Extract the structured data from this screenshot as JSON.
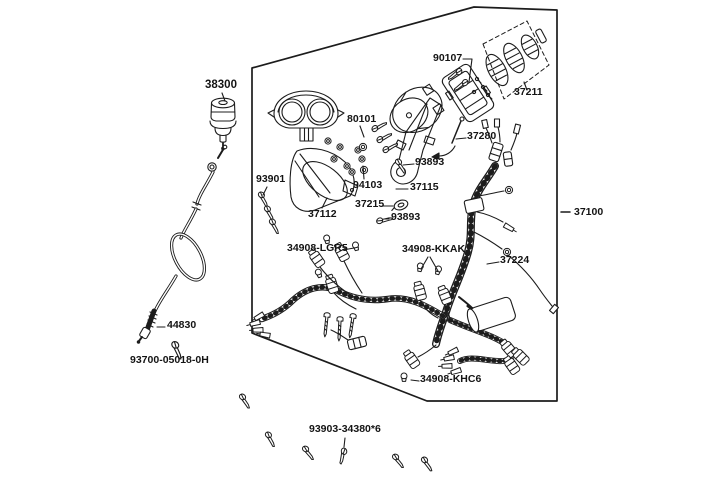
{
  "diagram": {
    "background_color": "#ffffff",
    "line_color": "#1c1c1c",
    "parts": {
      "p38300": {
        "label": "38300"
      },
      "p90107": {
        "label": "90107"
      },
      "p37211": {
        "label": "37211"
      },
      "p80101": {
        "label": "80101"
      },
      "p37280": {
        "label": "37280"
      },
      "p93893_upper": {
        "label": "93893"
      },
      "p94103": {
        "label": "94103"
      },
      "p37115": {
        "label": "37115"
      },
      "p37215": {
        "label": "37215"
      },
      "p93893_lower": {
        "label": "93893"
      },
      "p93901": {
        "label": "93901"
      },
      "p37112": {
        "label": "37112"
      },
      "p34908_lgr5": {
        "label": "34908-LGR5"
      },
      "p34908_kkak": {
        "label": "34908-KKAK"
      },
      "p37224": {
        "label": "37224"
      },
      "p37100": {
        "label": "37100"
      },
      "p34908_khc6": {
        "label": "34908-KHC6"
      },
      "p93903": {
        "label": "93903-34380*6"
      },
      "p44830": {
        "label": "44830"
      },
      "p93700": {
        "label": "93700-05018-0H"
      }
    }
  }
}
